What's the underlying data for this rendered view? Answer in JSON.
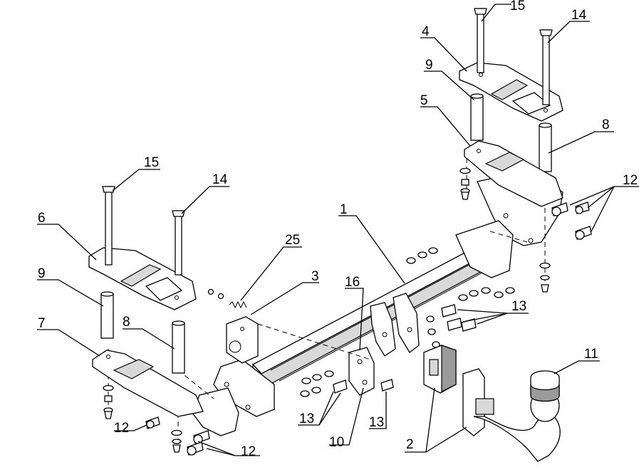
{
  "callouts": {
    "c1": "1",
    "c2": "2",
    "c3": "3",
    "c4": "4",
    "c5": "5",
    "c6": "6",
    "c7": "7",
    "c8a": "8",
    "c8b": "8",
    "c9a": "9",
    "c9b": "9",
    "c10": "10",
    "c11": "11",
    "c12a": "12",
    "c12b": "12",
    "c12c": "12",
    "c13a": "13",
    "c13b": "13",
    "c13c": "13",
    "c14a": "14",
    "c14b": "14",
    "c15a": "15",
    "c15b": "15",
    "c16": "16",
    "c25": "25"
  }
}
